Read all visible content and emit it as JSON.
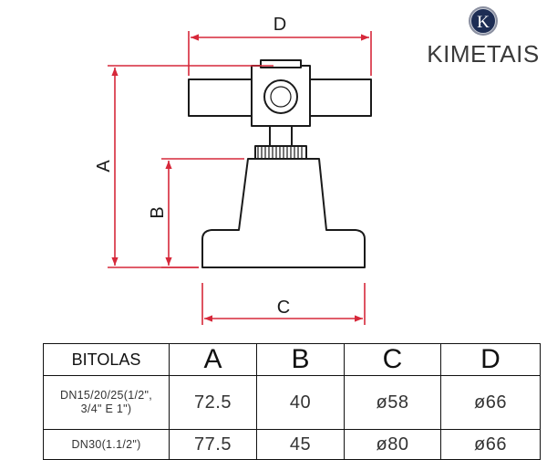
{
  "brand": {
    "emblem_letter": "K",
    "name": "KIMETAIS",
    "colors": {
      "emblem_fill": "#1d2d54",
      "emblem_ring": "#8a8fa0",
      "text": "#3a3a3a"
    }
  },
  "drawing": {
    "dimension_labels": {
      "a": "A",
      "b": "B",
      "c": "C",
      "d": "D"
    },
    "colors": {
      "dimension": "#d6283a",
      "outline": "#1a1a1a"
    }
  },
  "table": {
    "headers": [
      "BITOLAS",
      "A",
      "B",
      "C",
      "D"
    ],
    "rows": [
      {
        "size_line1": "DN15/20/25(1/2\",",
        "size_line2": "3/4\" E 1\")",
        "a": "72.5",
        "b": "40",
        "c": "ø58",
        "d": "ø66"
      },
      {
        "size": "DN30(1.1/2\")",
        "a": "77.5",
        "b": "45",
        "c": "ø80",
        "d": "ø66"
      }
    ]
  }
}
